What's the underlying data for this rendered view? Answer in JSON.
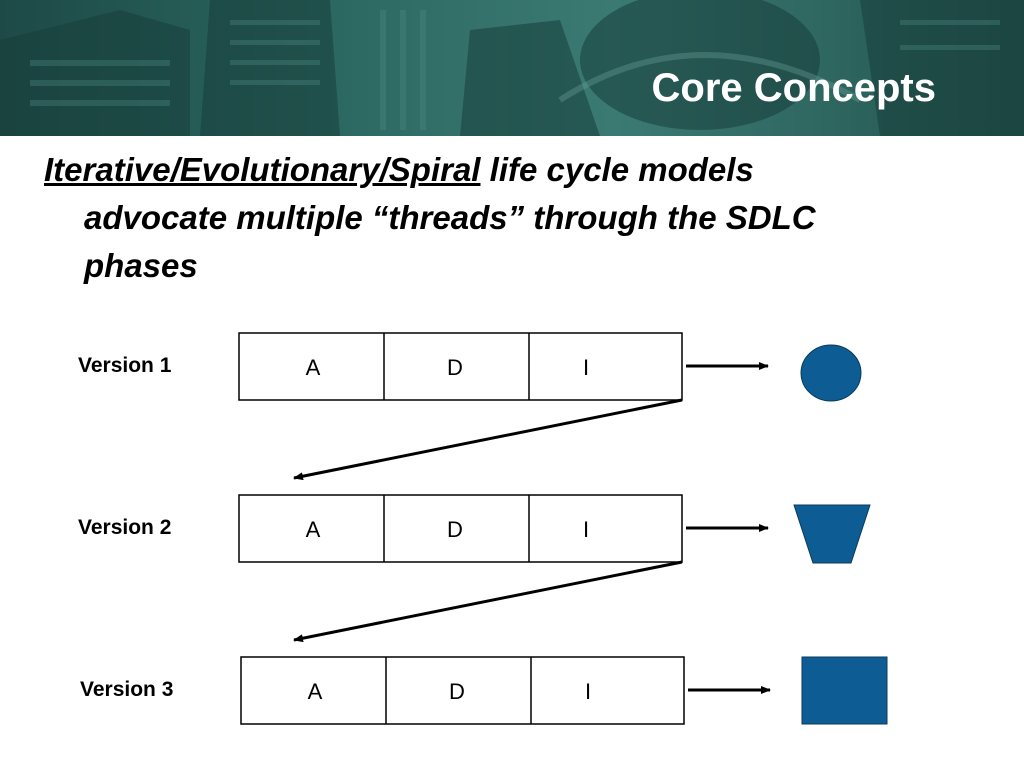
{
  "slide": {
    "title": "Core Concepts",
    "bullet": {
      "emphasis": "Iterative/Evolutionary/Spiral",
      "rest_line1": " life cycle models",
      "line2": "advocate multiple “threads” through the SDLC",
      "line3": "phases"
    }
  },
  "diagram": {
    "phases": [
      "A",
      "D",
      "I"
    ],
    "versions": [
      {
        "label": "Version 1",
        "output_shape": "circle"
      },
      {
        "label": "Version 2",
        "output_shape": "trapezoid"
      },
      {
        "label": "Version 3",
        "output_shape": "square"
      }
    ],
    "colors": {
      "shape_fill": "#0d5d94",
      "shape_stroke": "#0a3a5a",
      "banner": "#2d6a63"
    }
  }
}
